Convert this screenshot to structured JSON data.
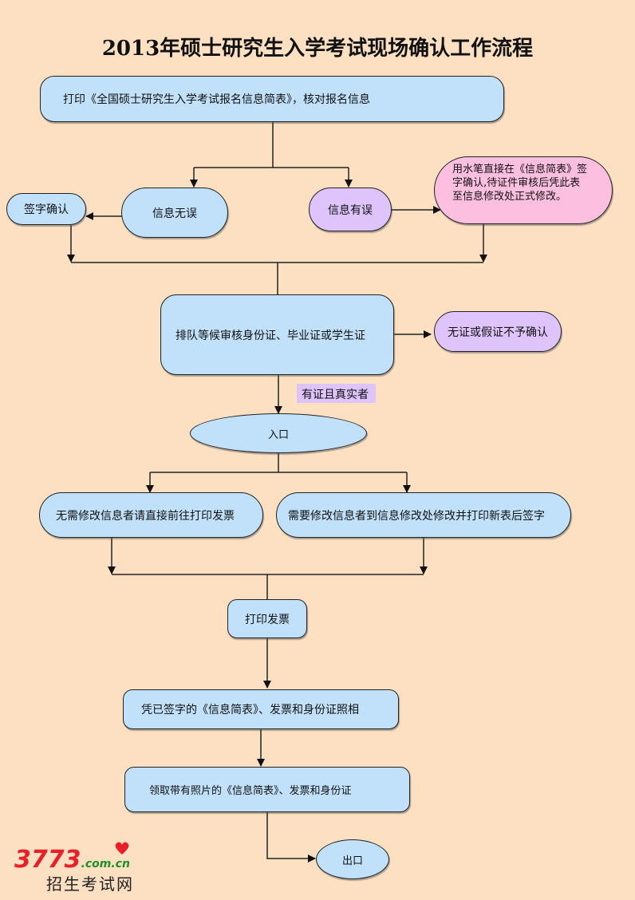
{
  "title": "2013年硕士研究生入学考试现场确认工作流程",
  "nodes": {
    "print_form": "打印《全国硕士研究生入学考试报名信息简表》，核对报名信息",
    "sign_confirm": "签字确认",
    "info_correct": "信息无误",
    "info_error": "信息有误",
    "error_instruction": "用水笔直接在《信息简表》签字确认,待证件审核后凭此表至信息修改处正式修改。",
    "queue_verify": "排队等候审核身份证、毕业证或学生证",
    "reject": "无证或假证不予确认",
    "entrance": "入口",
    "no_modify": "无需修改信息者请直接前往打印发票",
    "need_modify": "需要修改信息者到信息修改处修改并打印新表后签字",
    "print_invoice": "打印发票",
    "photo": "凭已签字的《信息简表》、发票和身份证照相",
    "collect": "领取带有照片的《信息简表》、发票和身份证",
    "exit": "出口"
  },
  "edge_labels": {
    "valid_docs": "有证且真实者"
  },
  "logo": {
    "number": "3773",
    "domain": ".com.cn",
    "name": "招生考试网"
  },
  "colors": {
    "background": "#fde0c2",
    "blue_node": "#c1e1fb",
    "purple_node": "#dfc4fb",
    "pink_node": "#fdbfe0",
    "logo_red": "#e8202a",
    "logo_green": "#1e8f2a"
  }
}
